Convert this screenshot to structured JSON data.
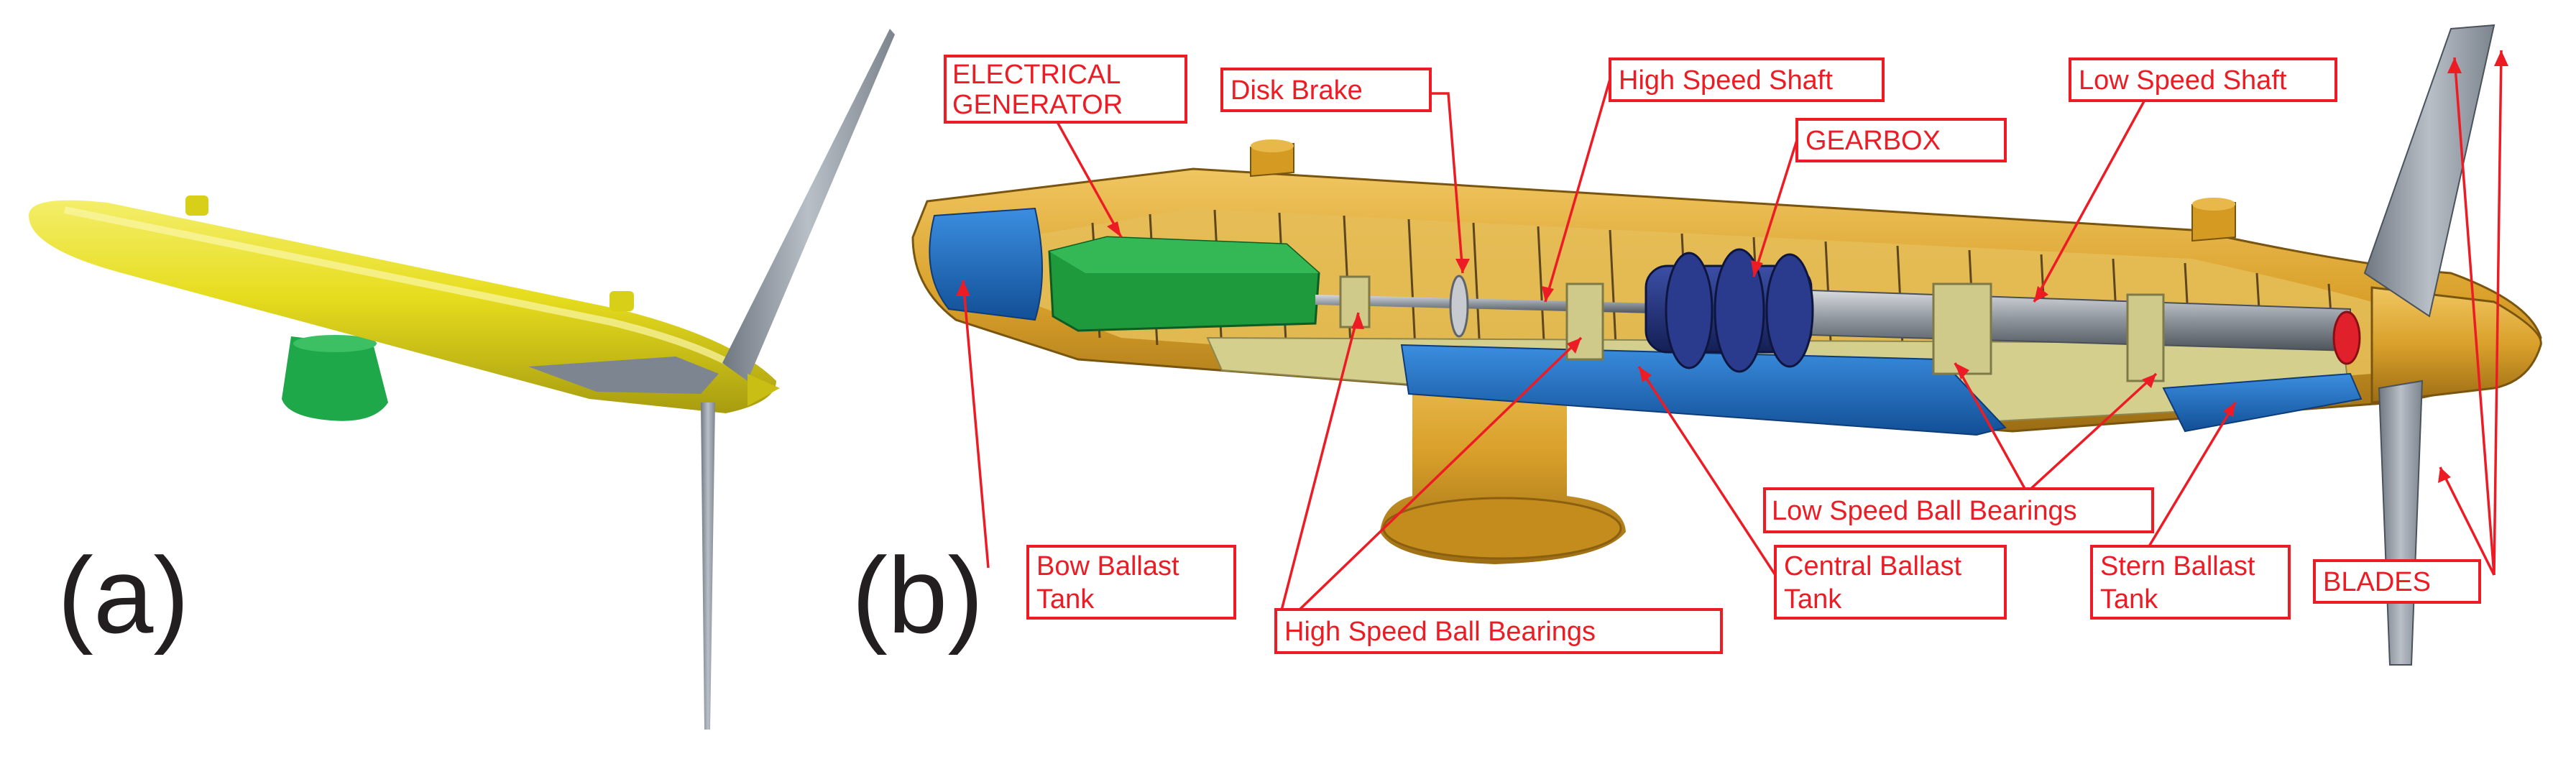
{
  "panels": {
    "a": "(a)",
    "b": "(b)"
  },
  "callouts": {
    "electrical_generator": [
      "ELECTRICAL",
      "GENERATOR"
    ],
    "disk_brake": [
      "Disk Brake"
    ],
    "high_speed_shaft": [
      "High Speed Shaft"
    ],
    "gearbox": [
      "GEARBOX"
    ],
    "low_speed_shaft": [
      "Low Speed Shaft"
    ],
    "low_speed_ball_bearings": [
      "Low Speed Ball Bearings"
    ],
    "bow_ballast_tank": [
      "Bow Ballast",
      "Tank"
    ],
    "central_ballast_tank": [
      "Central Ballast",
      "Tank"
    ],
    "stern_ballast_tank": [
      "Stern Ballast",
      "Tank"
    ],
    "blades": [
      "BLADES"
    ],
    "high_speed_ball_bearings": [
      "High Speed Ball Bearings"
    ]
  },
  "colors": {
    "callout_red": "#ed1c24",
    "hull_yellow": "#e8e020",
    "hull_gold": "#d9a02a",
    "generator_green": "#1e9a3c",
    "ballast_blue": "#1c6fc4",
    "gearbox_navy": "#22327a",
    "blade_grey": "#8a929c",
    "bearing_khaki": "#cfc98a"
  }
}
